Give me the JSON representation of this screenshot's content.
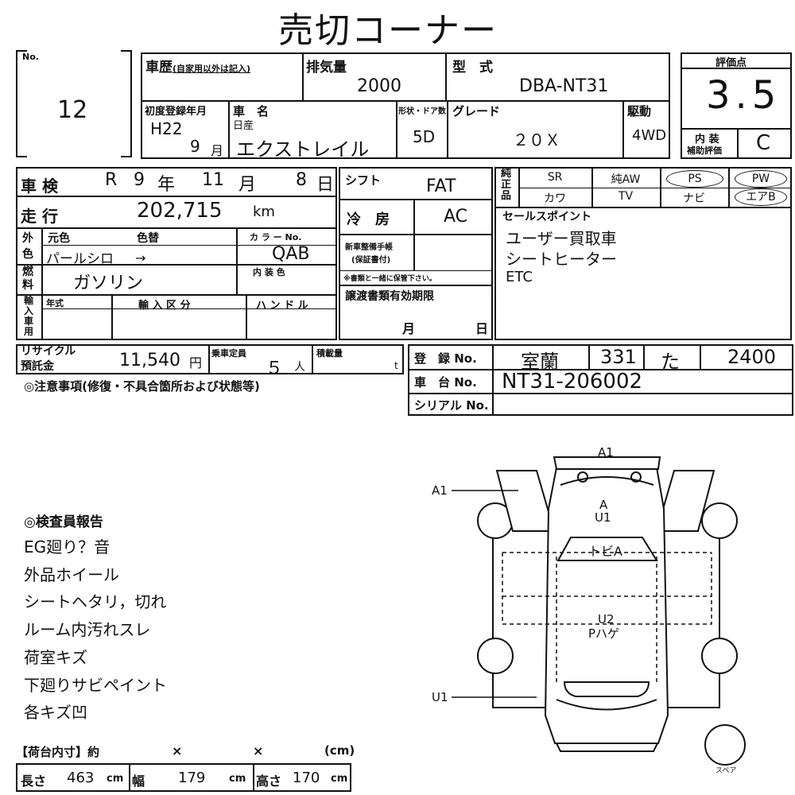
{
  "title": "売切コーナー",
  "lot": {
    "no_label": "No.",
    "number": "12"
  },
  "history": {
    "label": "車歴",
    "note": "(自家用以外は記入)"
  },
  "displacement": {
    "label": "排気量",
    "value": "2000"
  },
  "model": {
    "label": "型　式",
    "value": "DBA-NT31"
  },
  "score": {
    "label": "評価点",
    "value": "3.5",
    "interior_label_1": "内 装",
    "interior_label_2": "補助評価",
    "interior_value": "C"
  },
  "first_reg": {
    "label": "初度登録年月",
    "era": "H22",
    "month": "9",
    "month_unit": "月"
  },
  "car_name": {
    "label": "車　名",
    "maker": "日産",
    "value": "エクストレイル"
  },
  "doors": {
    "label": "形状・ドア数",
    "value": "5D"
  },
  "grade": {
    "label": "グレード",
    "value": "２０Ｘ"
  },
  "drive": {
    "label": "駆動",
    "value": "4WD"
  },
  "inspection": {
    "label": "車 検",
    "era": "R",
    "year": "9",
    "year_unit": "年",
    "month": "11",
    "month_unit": "月",
    "day": "8",
    "day_unit": "日"
  },
  "shift": {
    "label": "シフト",
    "value": "FAT"
  },
  "equipment": {
    "label": "純正品",
    "row1": [
      "SR",
      "純AW",
      "PS",
      "PW"
    ],
    "row2": [
      "カワ",
      "TV",
      "ナビ",
      "エアB"
    ]
  },
  "mileage": {
    "label": "走 行",
    "value": "202,715",
    "unit": "km"
  },
  "aircon": {
    "label": "冷　房",
    "value": "AC"
  },
  "sales_points": {
    "label": "セールスポイント",
    "items": [
      "ユーザー買取車",
      "シートヒーター",
      "ETC"
    ]
  },
  "exterior": {
    "label": "外色",
    "orig_label": "元色",
    "repaint_label": "色替",
    "orig_value": "パールシロ",
    "arrow": "→",
    "color_no_label": "カ ラ ー No.",
    "color_no": "QAB"
  },
  "manual": {
    "label": "新車整備手帳",
    "label2": "(保証書付)",
    "note": "※書類と一緒に保管下さい。"
  },
  "fuel": {
    "label": "燃料",
    "value": "ガソリン",
    "interior_color_label": "内 装 色"
  },
  "import": {
    "label": "輸入車用",
    "year_label": "年式",
    "type_label": "輸 入 区 分",
    "handle_label": "ハ ン ド ル"
  },
  "transfer": {
    "label": "譲渡書類有効期限",
    "month": "月",
    "day": "日"
  },
  "recycle": {
    "label": "リサイクル",
    "label2": "預託金",
    "value": "11,540",
    "unit": "円"
  },
  "capacity": {
    "label": "乗車定員",
    "value": "５",
    "unit": "人"
  },
  "load": {
    "label": "積載量",
    "unit": "t"
  },
  "registration": {
    "label": "登　録 No.",
    "area": "室蘭",
    "class": "331",
    "kana": "た",
    "number": "2400"
  },
  "chassis": {
    "label": "車　台 No.",
    "value": "NT31-206002"
  },
  "serial": {
    "label": "シリアル No."
  },
  "notes_label": "◎注意事項(修復・不具合箇所および状態等)",
  "inspector": {
    "label": "◎検査員報告",
    "items": [
      "EG廻り？音",
      "外品ホイール",
      "シートヘタリ，切れ",
      "ルーム内汚れスレ",
      "荷室キズ",
      "下廻りサビペイント",
      "各キズ凹"
    ]
  },
  "cargo": {
    "header": "【荷台内寸】約",
    "x1": "×",
    "x2": "×",
    "unit_cm": "(cm)",
    "length_label": "長さ",
    "length": "463",
    "width_label": "幅",
    "width": "179",
    "height_label": "高さ",
    "height": "170",
    "cm": "cm"
  },
  "diagram": {
    "labels": [
      "A1",
      "A1",
      "A",
      "U1",
      "トビA",
      "U2",
      "Pハゲ",
      "U1"
    ],
    "spare": "スペア"
  }
}
